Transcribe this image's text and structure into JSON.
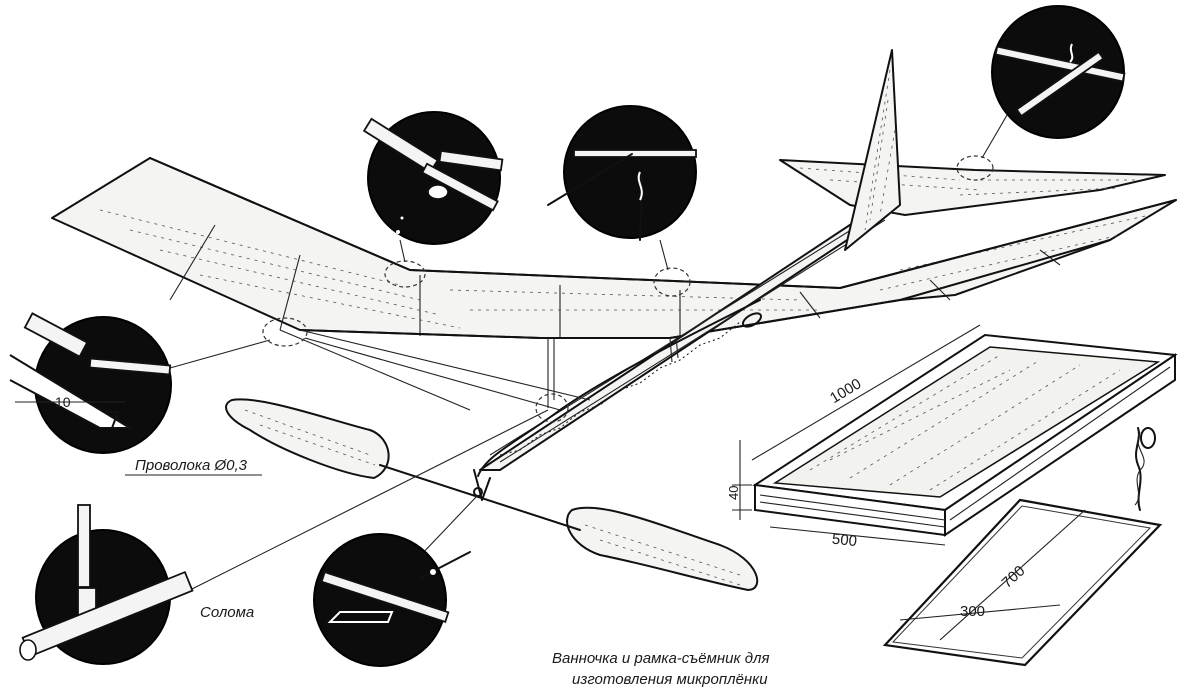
{
  "labels": {
    "wire": "Проволока Ø0,3",
    "straw": "Солома",
    "dim_10": "10",
    "dim_1000": "1000",
    "dim_40": "40",
    "dim_500": "500",
    "dim_700": "700",
    "dim_300": "300"
  },
  "caption": {
    "line1": "Ванночка и рамка-съёмник для",
    "line2": "изготовления микроплёнки"
  }
}
